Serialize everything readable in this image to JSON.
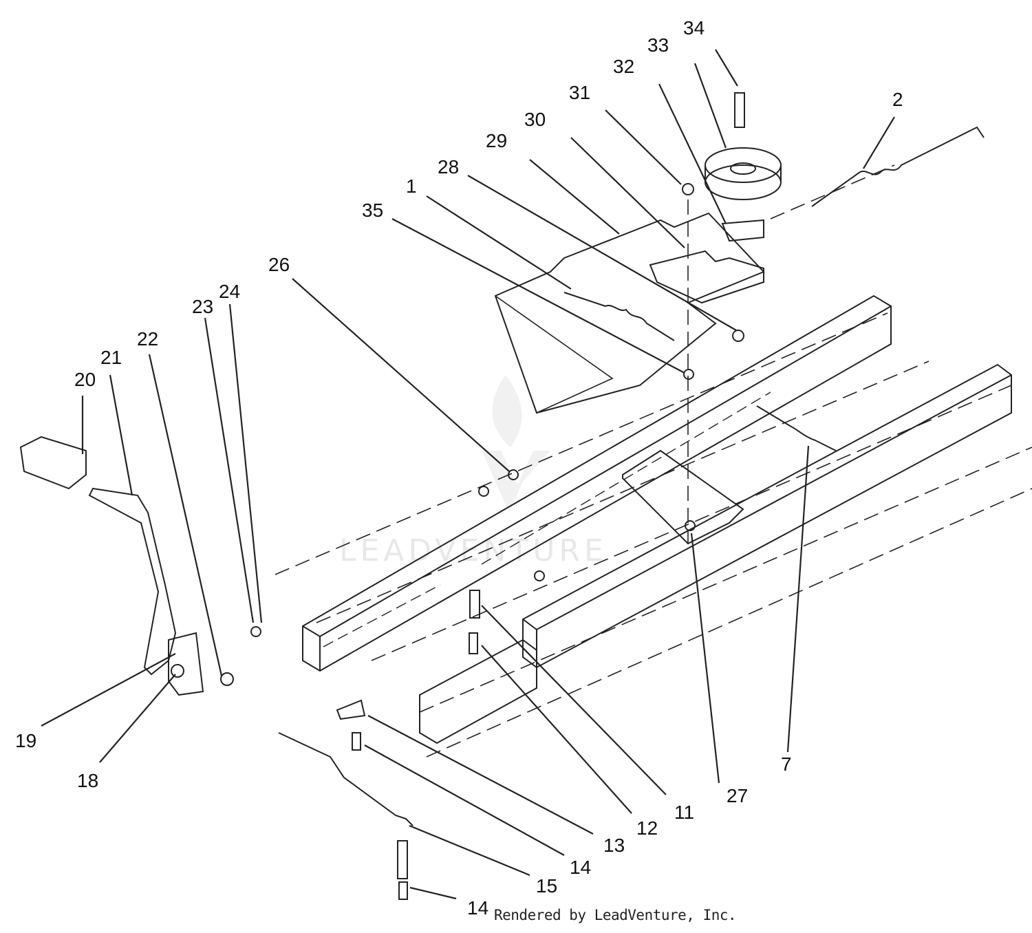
{
  "watermark": {
    "text": "LEADVENTURE"
  },
  "footer": {
    "text": "Rendered by LeadVenture, Inc."
  },
  "callouts": [
    "34",
    "33",
    "32",
    "31",
    "30",
    "29",
    "28",
    "2",
    "1",
    "35",
    "26",
    "23",
    "24",
    "22",
    "21",
    "20",
    "19",
    "18",
    "14",
    "15",
    "13",
    "12",
    "11",
    "27",
    "7",
    "14"
  ]
}
